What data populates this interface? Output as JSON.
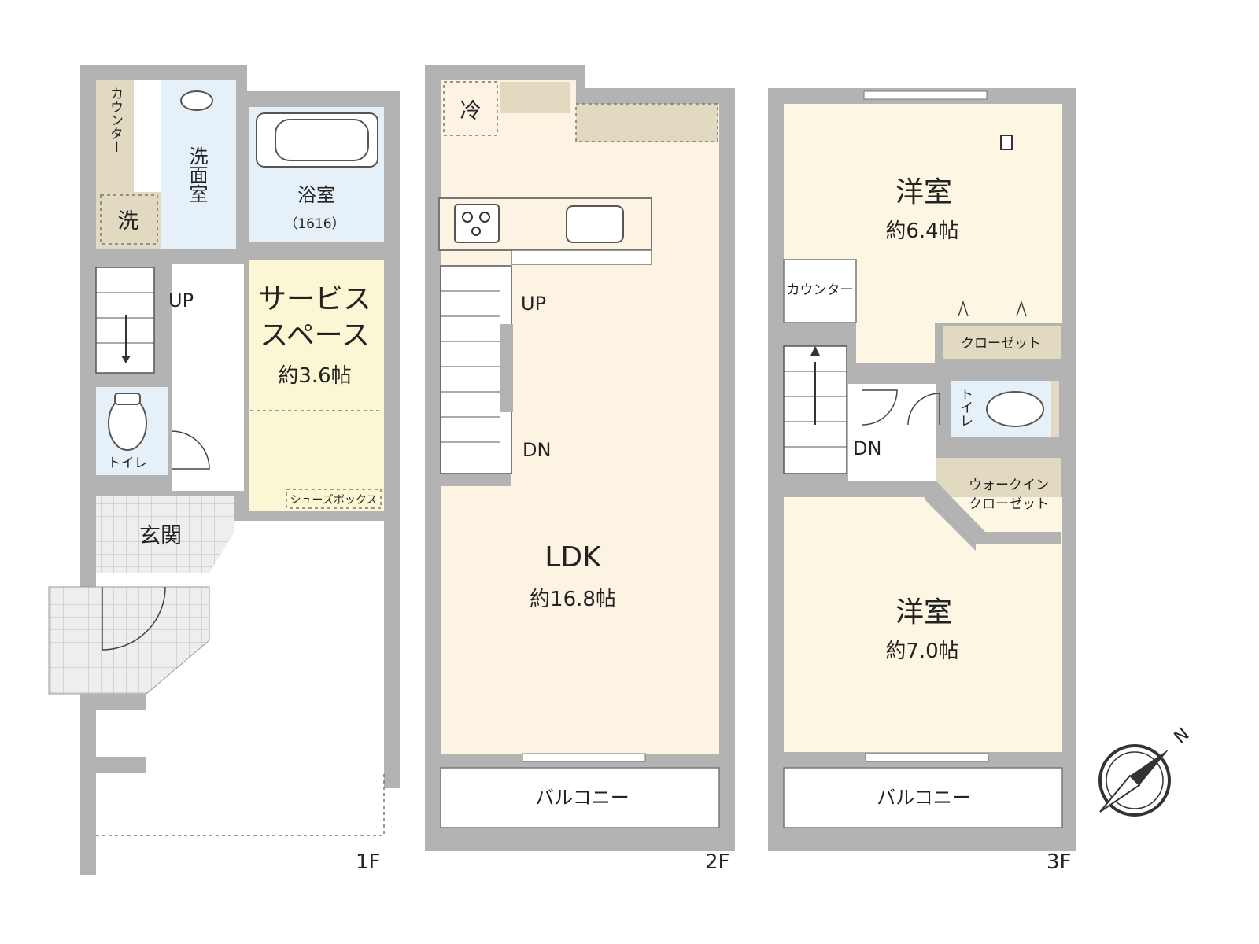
{
  "floors": {
    "f1": {
      "label": "1F",
      "rooms": {
        "counter": "カウンター",
        "washroom": "洗面室",
        "washer": "洗",
        "bath": "浴室",
        "bath_size": "（1616）",
        "service": "サービス",
        "space": "スペース",
        "service_area": "約3.6帖",
        "shoebox": "シューズボックス",
        "toilet": "トイレ",
        "entrance": "玄関",
        "up": "UP"
      }
    },
    "f2": {
      "label": "2F",
      "rooms": {
        "fridge": "冷",
        "ldk": "LDK",
        "ldk_area": "約16.8帖",
        "up": "UP",
        "dn": "DN",
        "balcony": "バルコニー"
      }
    },
    "f3": {
      "label": "3F",
      "rooms": {
        "western1": "洋室",
        "western1_area": "約6.4帖",
        "counter": "カウンター",
        "closet": "クローゼット",
        "toilet": "トイレ",
        "dn": "DN",
        "walkin1": "ウォークイン",
        "walkin2": "クローゼット",
        "western2": "洋室",
        "western2_area": "約7.0帖",
        "balcony": "バルコニー"
      }
    }
  },
  "compass": {
    "north_label": "N"
  },
  "colors": {
    "wall": "#b3b3b3",
    "floor_wood": "#fdf3e3",
    "bath_blue": "#e6f0f8",
    "service_yellow": "#fbf6d4",
    "counter_tan": "#e1d9c0",
    "bedroom": "#fcf6e2",
    "tile": "#eeeeee"
  }
}
